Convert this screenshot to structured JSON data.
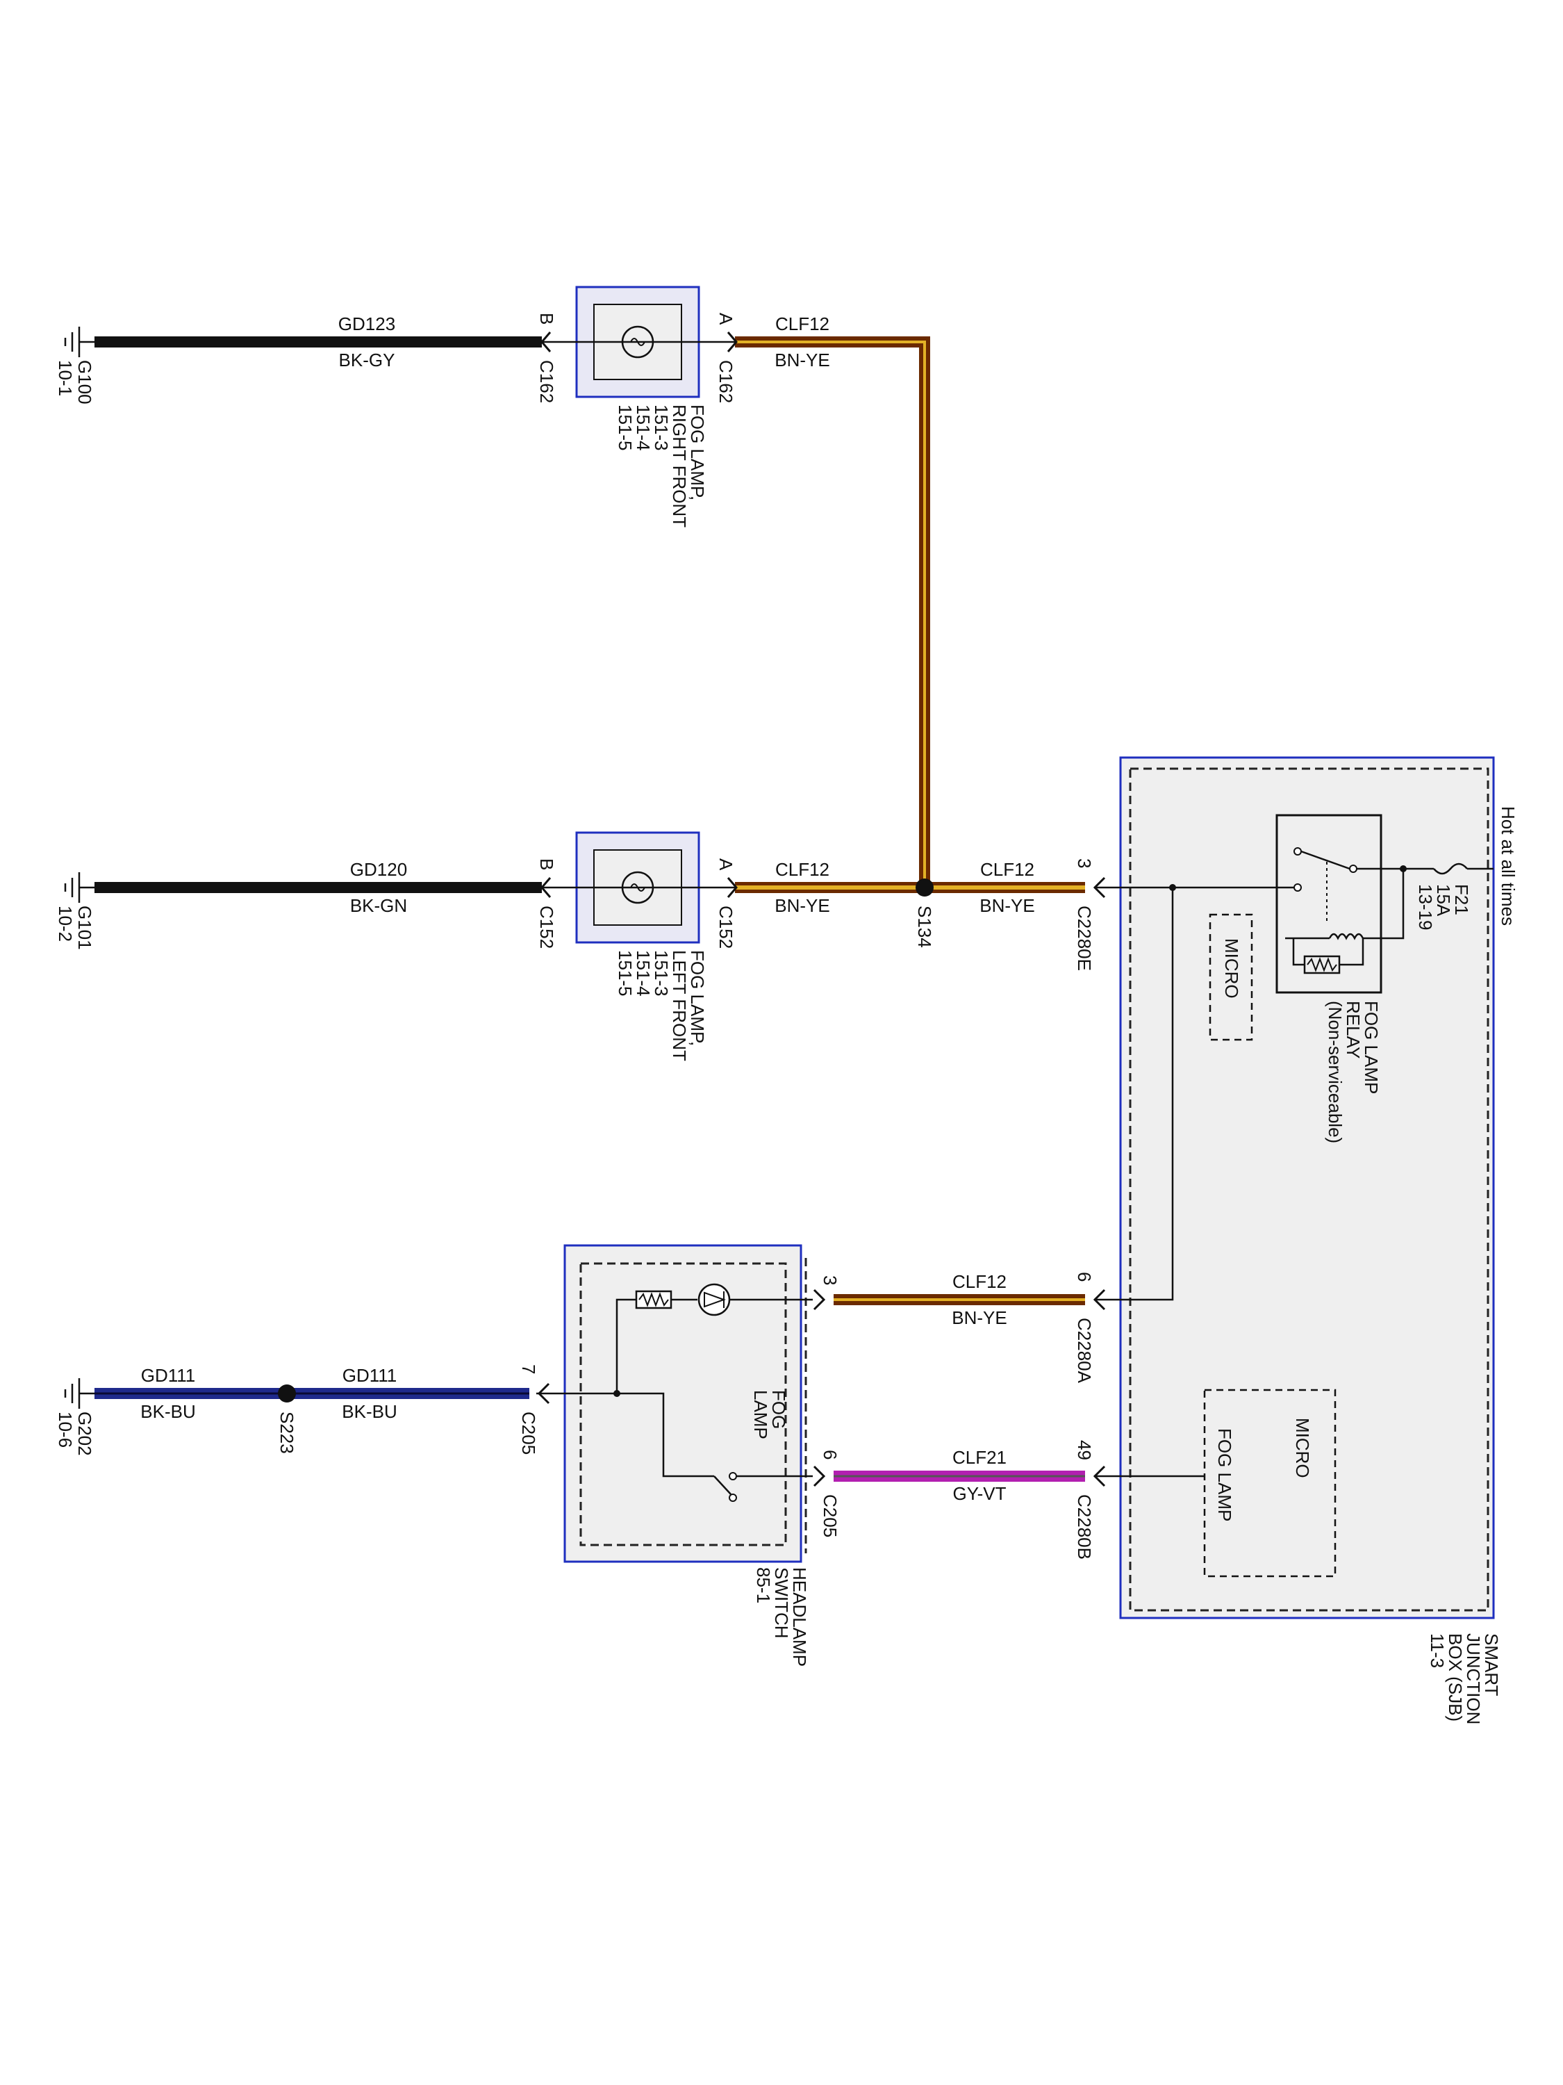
{
  "grounds": [
    {
      "name": "G100",
      "ref": "10-1"
    },
    {
      "name": "G101",
      "ref": "10-2"
    },
    {
      "name": "G202",
      "ref": "10-6"
    }
  ],
  "wires": {
    "w1": {
      "circuit": "GD123",
      "color_code": "BK-GY"
    },
    "w2": {
      "circuit": "CLF12",
      "color_code": "BN-YE"
    },
    "w3": {
      "circuit": "GD120",
      "color_code": "BK-GN"
    },
    "w4": {
      "circuit": "CLF12",
      "color_code": "BN-YE"
    },
    "w5": {
      "circuit": "CLF12",
      "color_code": "BN-YE"
    },
    "w6": {
      "circuit": "CLF12",
      "color_code": "BN-YE"
    },
    "w7": {
      "circuit": "GD111",
      "color_code": "BK-BU"
    },
    "w8": {
      "circuit": "GD111",
      "color_code": "BK-BU"
    },
    "w9": {
      "circuit": "CLF21",
      "color_code": "GY-VT"
    }
  },
  "connectors": {
    "c162_b": {
      "pin": "B",
      "name": "C162"
    },
    "c162_a": {
      "pin": "A",
      "name": "C162"
    },
    "c152_b": {
      "pin": "B",
      "name": "C152"
    },
    "c152_a": {
      "pin": "A",
      "name": "C152"
    },
    "c2280e": {
      "pin": "3",
      "name": "C2280E"
    },
    "c2280a": {
      "pin": "6",
      "name": "C2280A"
    },
    "c2280b": {
      "pin": "49",
      "name": "C2280B"
    },
    "c205_left": {
      "pin": "7",
      "name": "C205"
    },
    "c205_right_3": {
      "pin": "3"
    },
    "c205_right_6": {
      "pin": "6",
      "name": "C205"
    }
  },
  "splices": {
    "s134": "S134",
    "s223": "S223"
  },
  "components": {
    "fog_rf": [
      "FOG LAMP,",
      "RIGHT FRONT",
      "151-3",
      "151-4",
      "151-5"
    ],
    "fog_lf": [
      "FOG LAMP,",
      "LEFT FRONT",
      "151-3",
      "151-4",
      "151-5"
    ],
    "fog_relay": [
      "FOG LAMP",
      "RELAY",
      "(Non-serviceable)"
    ],
    "micro_top": "MICRO",
    "micro_bottom": "MICRO",
    "fog_lamp_input": "FOG LAMP",
    "headlamp_switch": [
      "HEADLAMP",
      "SWITCH",
      "85-1"
    ],
    "switch_fog": [
      "FOG",
      "LAMP"
    ],
    "sjb": [
      "SMART",
      "JUNCTION",
      "BOX (SJB)",
      "11-3"
    ],
    "fuse": [
      "F21",
      "15A",
      "13-19"
    ],
    "hot": "Hot at all times"
  },
  "colors": {
    "bk_gy": "#111111",
    "bk_bu": "#1f2a8c",
    "bn_ye_outer": "#6b2a00",
    "bn_ye_inner": "#e3b126",
    "gy_vt": "#b21fb0",
    "box_blue": "#1f2fbf",
    "box_fill": "#efefef"
  }
}
